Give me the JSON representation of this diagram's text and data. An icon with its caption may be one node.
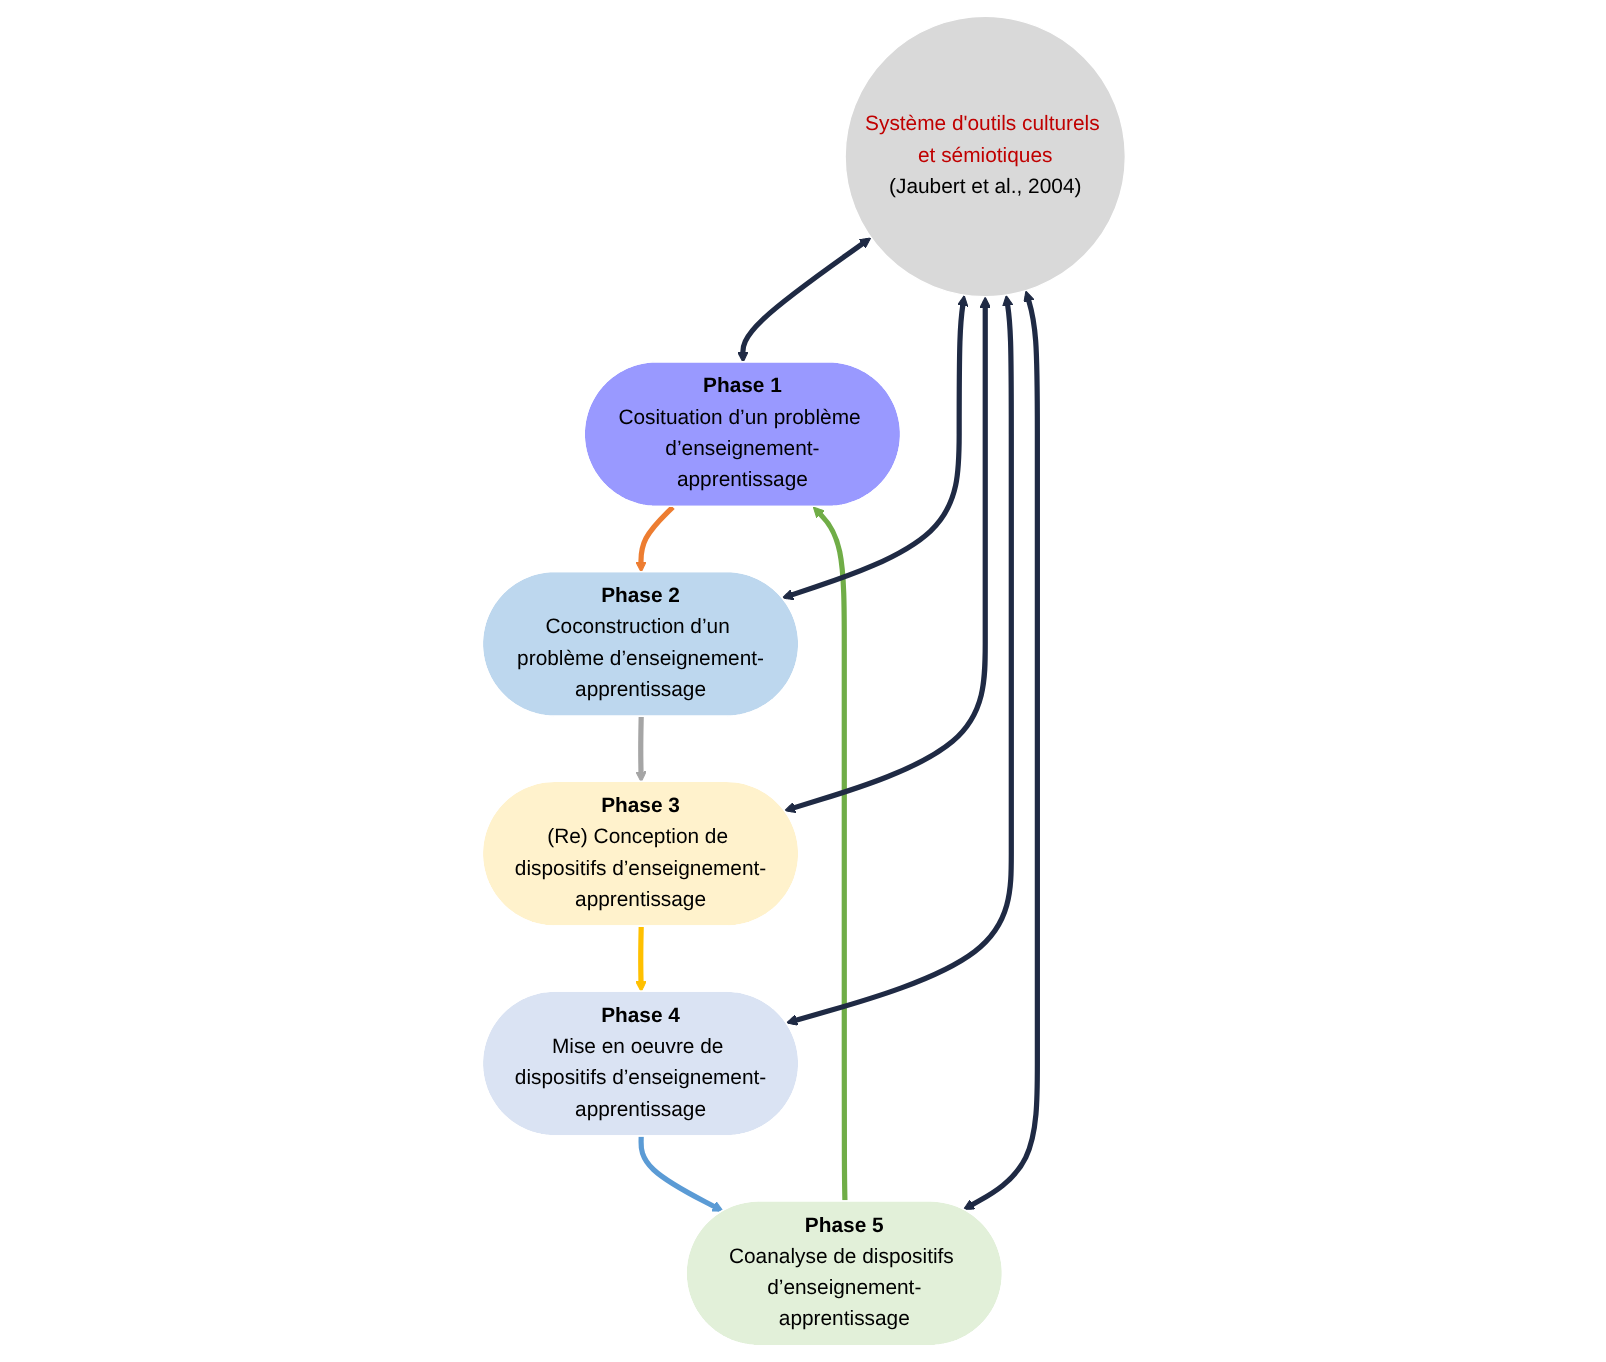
{
  "diagram": {
    "nodes": [
      {
        "text": [
          "Phase 1",
          "Cosituation d’un problème d’enseignement-apprentissage"
        ]
      },
      {
        "text": [
          "Phase 2",
          "Coconstruction d’un problème d’enseignement-apprentissage"
        ]
      },
      {
        "text": [
          "Phase 3",
          "(Re) Conception de dispositifs d’enseignement-apprentissage"
        ]
      },
      {
        "text": [
          "Phase 4",
          "Mise en oeuvre de dispositifs d’enseignement-apprentissage"
        ]
      },
      {
        "text": [
          "Phase 5",
          "Coanalyse de dispositifs d’enseignement-apprentissage"
        ]
      },
      {
        "text": [
          "Système d'outils culturels et sémiotiques",
          "(Jaubert et al., 2004)"
        ]
      }
    ],
    "edges": [
      {
        "from": 0,
        "to": 1,
        "arrow": "to",
        "color": "#ed7d31"
      },
      {
        "from": 1,
        "to": 2,
        "arrow": "to",
        "color": "#a5a5a5"
      },
      {
        "from": 2,
        "to": 3,
        "arrow": "to",
        "color": "#ffc000"
      },
      {
        "from": 3,
        "to": 4,
        "arrow": "to",
        "color": "#5b9bd5"
      },
      {
        "from": 4,
        "to": 0,
        "arrow": "to",
        "color": "#70ad47"
      },
      {
        "from": 5,
        "to": 0,
        "arrow": "both"
      },
      {
        "from": 5,
        "to": 1,
        "arrow": "both"
      },
      {
        "from": 5,
        "to": 2,
        "arrow": "both"
      },
      {
        "from": 5,
        "to": 3,
        "arrow": "both"
      },
      {
        "from": 5,
        "to": 4,
        "arrow": "both"
      }
    ]
  }
}
